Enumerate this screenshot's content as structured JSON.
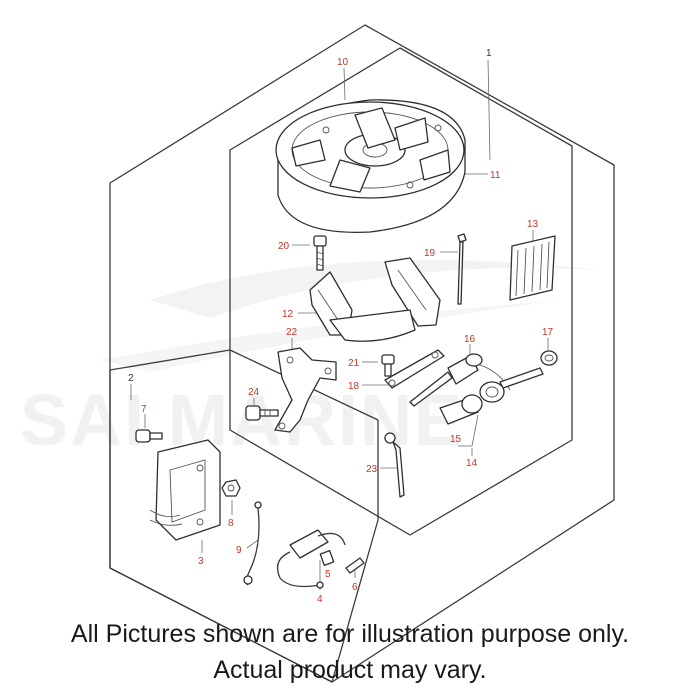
{
  "watermark": {
    "text": "SAI MARINE",
    "color": "#efefef"
  },
  "colors": {
    "callout_red": "#c0392b",
    "callout_dark": "#333333",
    "line": "#3b3b3b"
  },
  "callouts": {
    "c1": "1",
    "c2": "2",
    "c3": "3",
    "c4": "4",
    "c5": "5",
    "c6": "6",
    "c7": "7",
    "c8": "8",
    "c9": "9",
    "c10": "10",
    "c11": "11",
    "c12": "12",
    "c13": "13",
    "c14": "14",
    "c15": "15",
    "c16": "16",
    "c17": "17",
    "c18": "18",
    "c19": "19",
    "c20": "20",
    "c21": "21",
    "c22": "22",
    "c23": "23",
    "c24": "24"
  },
  "disclaimer": {
    "line1": "All Pictures shown are for illustration purpose only.",
    "line2": "Actual product may vary."
  }
}
